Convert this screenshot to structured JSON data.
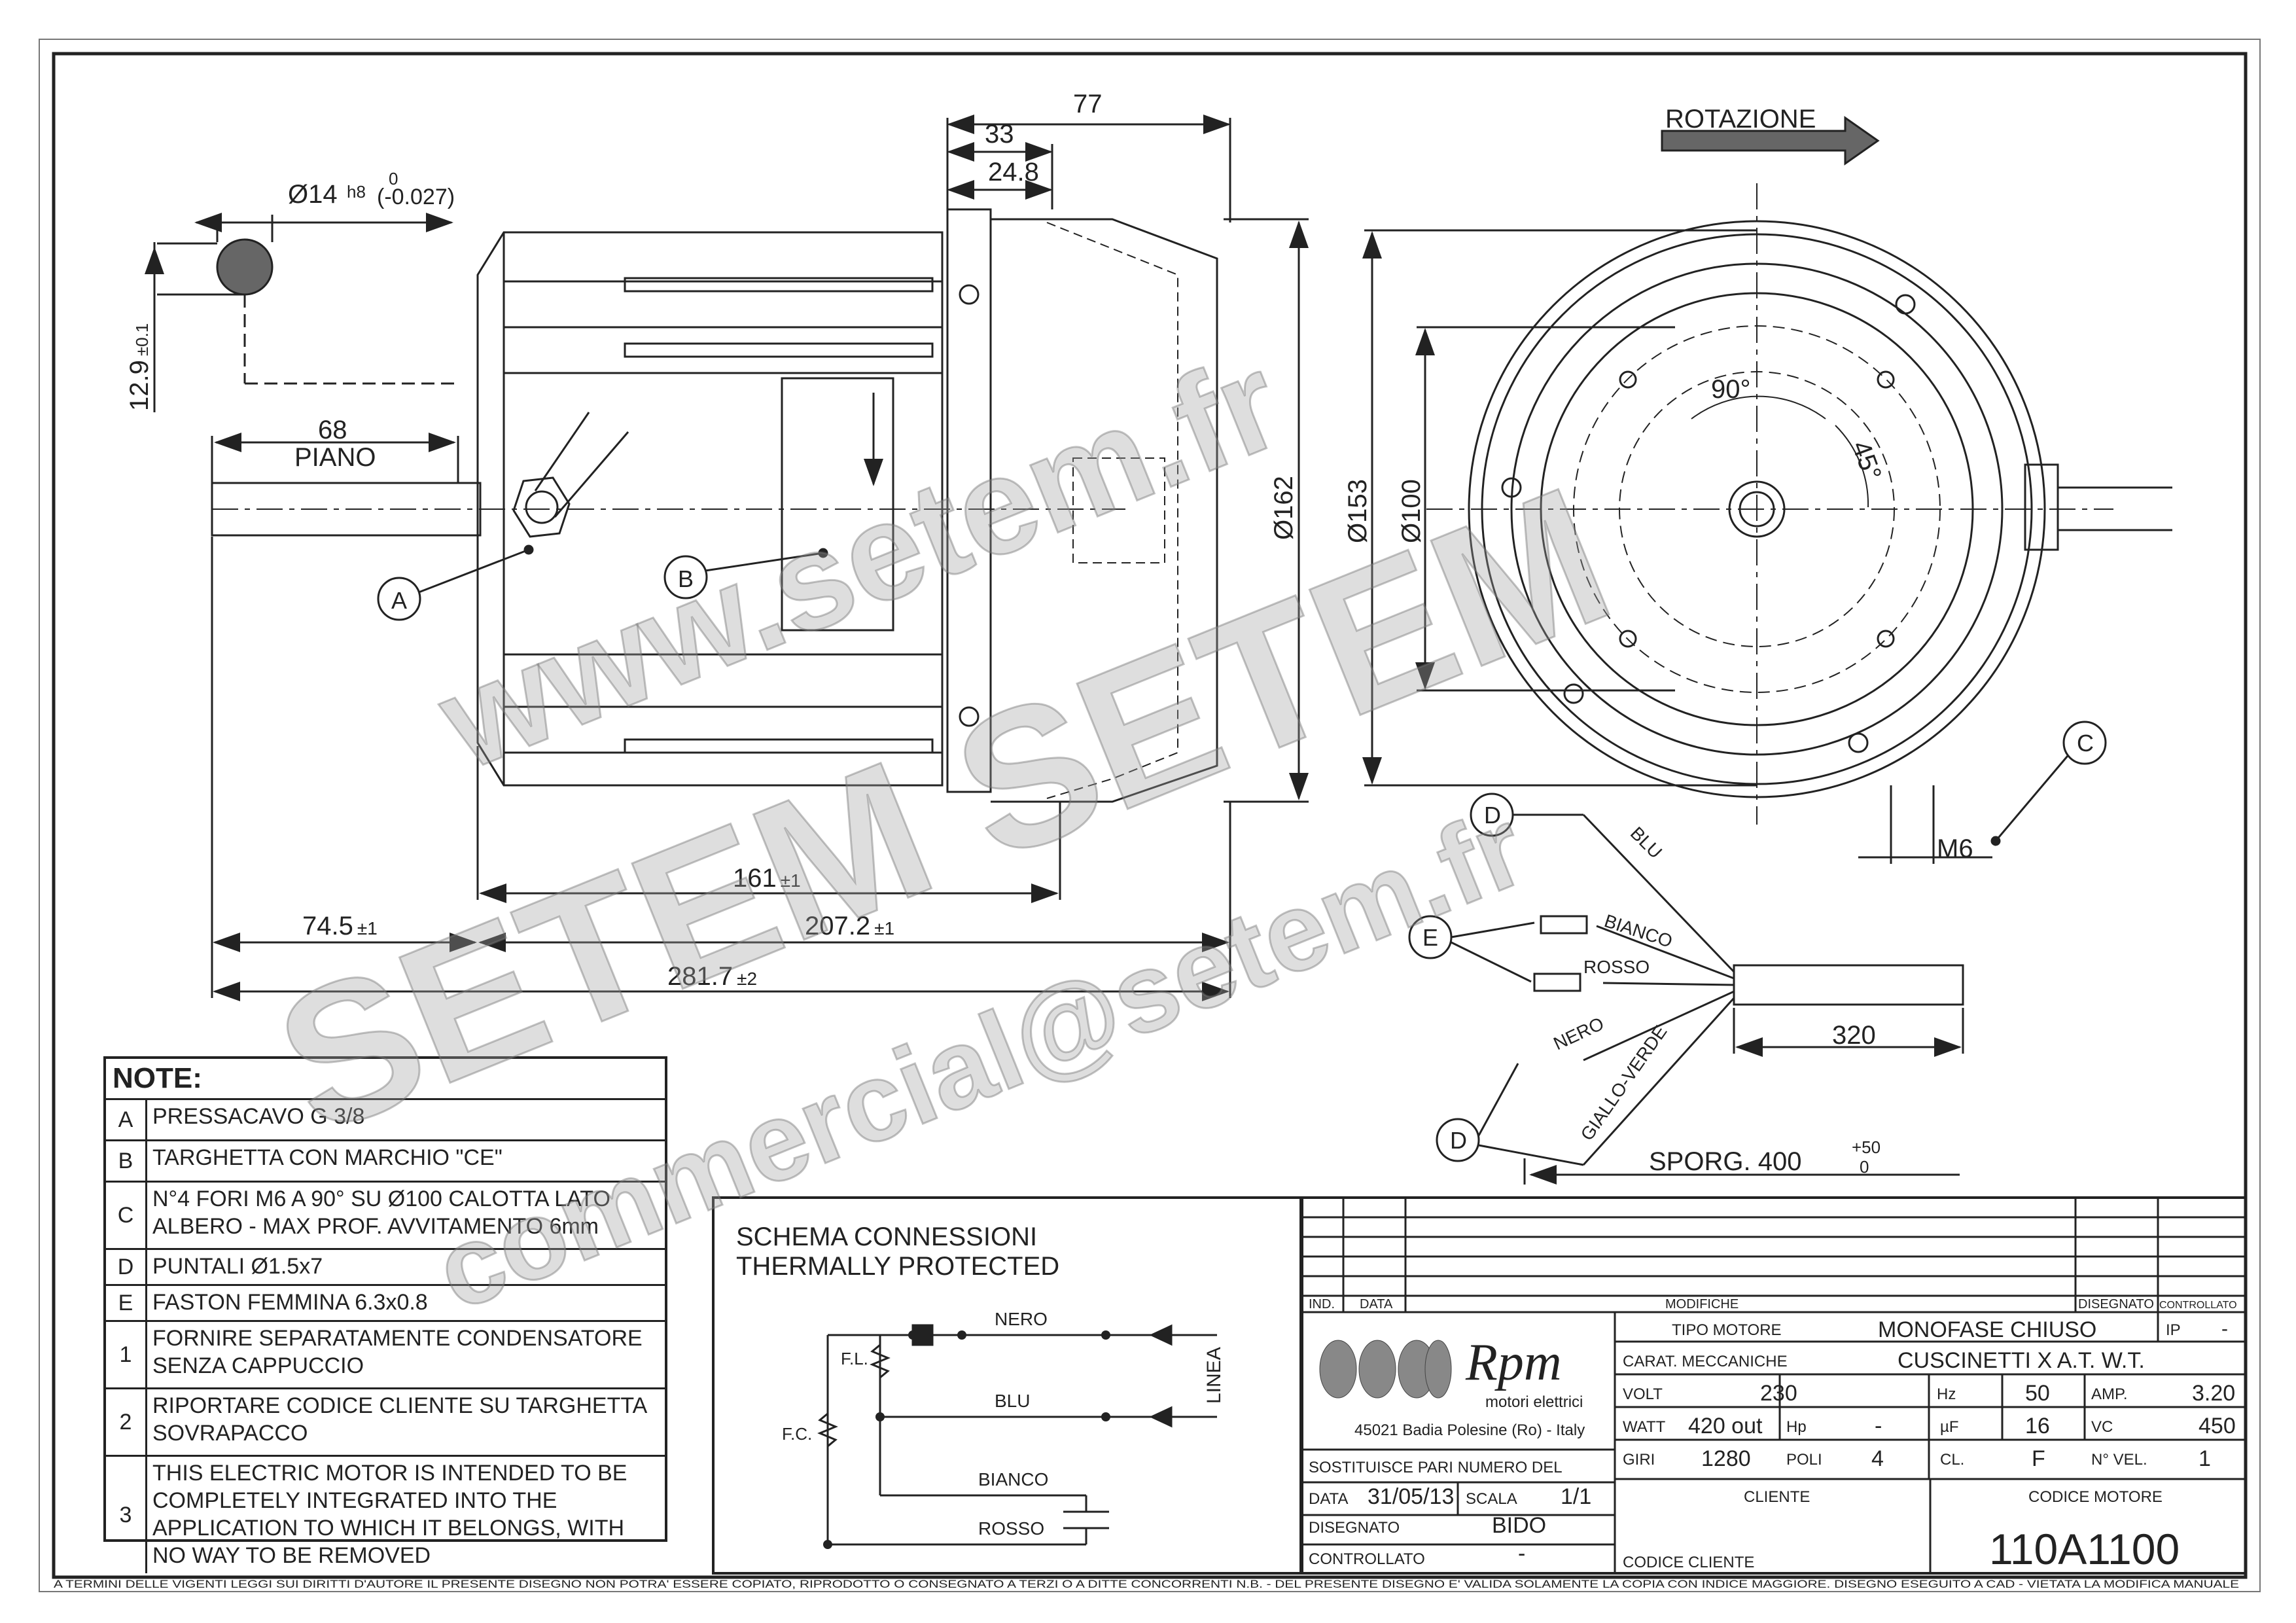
{
  "rotation_label": "ROTAZIONE",
  "shaft_detail": {
    "diameter": "Ø14",
    "tolerance_class": "h8",
    "tol_upper": "0",
    "tol_lower": "(-0.027)",
    "key_height": "12.9",
    "key_height_tol": "±0.1"
  },
  "dimensions": {
    "d77": "77",
    "d33": "33",
    "d24_8": "24.8",
    "d68": "68",
    "piano": "PIANO",
    "d162": "Ø162",
    "d153": "Ø153",
    "d100": "Ø100",
    "d161": "161",
    "d161_tol": "±1",
    "d74_5": "74.5",
    "d74_5_tol": "±1",
    "d207_2": "207.2",
    "d207_2_tol": "±1",
    "d281_7": "281.7",
    "d281_7_tol": "±2",
    "angle90": "90°",
    "angle45": "45°",
    "m6": "M6",
    "d320": "320",
    "sporg": "SPORG. 400",
    "sporg_tol_upper": "+50",
    "sporg_tol_lower": "0"
  },
  "callouts": {
    "a": "A",
    "b": "B",
    "c": "C",
    "d_top": "D",
    "d_bottom": "D",
    "e": "E"
  },
  "wires": {
    "blu": "BLU",
    "bianco": "BIANCO",
    "rosso": "ROSSO",
    "nero": "NERO",
    "giallo_verde": "GIALLO-VERDE"
  },
  "notes": {
    "title": "NOTE:",
    "rows": [
      {
        "key": "A",
        "text": "PRESSACAVO G 3/8"
      },
      {
        "key": "B",
        "text": "TARGHETTA CON MARCHIO \"CE\""
      },
      {
        "key": "C",
        "text": "N°4 FORI M6 A 90° SU Ø100 CALOTTA LATO\nALBERO - MAX PROF. AVVITAMENTO 6mm"
      },
      {
        "key": "D",
        "text": "PUNTALI Ø1.5x7"
      },
      {
        "key": "E",
        "text": "FASTON FEMMINA 6.3x0.8"
      },
      {
        "key": "1",
        "text": "FORNIRE SEPARATAMENTE CONDENSATORE\nSENZA CAPPUCCIO"
      },
      {
        "key": "2",
        "text": "RIPORTARE CODICE CLIENTE SU TARGHETTA\nSOVRAPACCO"
      },
      {
        "key": "3",
        "text": "THIS ELECTRIC MOTOR IS INTENDED TO BE\nCOMPLETELY INTEGRATED INTO THE\nAPPLICATION TO WHICH IT BELONGS, WITH\nNO WAY TO BE REMOVED"
      }
    ]
  },
  "schema": {
    "title1": "SCHEMA CONNESSIONI",
    "title2": "THERMALLY PROTECTED",
    "fl": "F.L.",
    "fc": "F.C.",
    "nero": "NERO",
    "blu": "BLU",
    "bianco": "BIANCO",
    "rosso": "ROSSO",
    "linea": "LINEA"
  },
  "title_block": {
    "ind": "IND.",
    "data_h": "DATA",
    "modifiche": "MODIFICHE",
    "disegnato_h": "DISEGNATO",
    "controllato_h": "CONTROLLATO",
    "company": "Rpm",
    "company_sub": "motori elettrici",
    "address": "45021 Badia Polesine (Ro) - Italy",
    "sostituisce": "SOSTITUISCE PARI NUMERO DEL",
    "data_l": "DATA",
    "data_v": "31/05/13",
    "scala_l": "SCALA",
    "scala_v": "1/1",
    "disegnato_l": "DISEGNATO",
    "disegnato_v": "BIDO",
    "controllato_l": "CONTROLLATO",
    "controllato_v": "-",
    "tipo_motore_l": "TIPO MOTORE",
    "tipo_motore_v": "MONOFASE CHIUSO",
    "ip_l": "IP",
    "ip_v": "-",
    "carat_l": "CARAT. MECCANICHE",
    "carat_v": "CUSCINETTI X A.T. W.T.",
    "volt_l": "VOLT",
    "volt_v": "230",
    "hz_l": "Hz",
    "hz_v": "50",
    "amp_l": "AMP.",
    "amp_v": "3.20",
    "watt_l": "WATT",
    "watt_v": "420 out",
    "hp_l": "Hp",
    "hp_v": "-",
    "uf_l": "µF",
    "uf_v": "16",
    "vc_l": "VC",
    "vc_v": "450",
    "giri_l": "GIRI",
    "giri_v": "1280",
    "poli_l": "POLI",
    "poli_v": "4",
    "cl_l": "CL.",
    "cl_v": "F",
    "nvel_l": "N° VEL.",
    "nvel_v": "1",
    "cliente_l": "CLIENTE",
    "codice_cliente_l": "CODICE CLIENTE",
    "codice_motore_l": "CODICE MOTORE",
    "codice_motore_v": "110A1100"
  },
  "footer": "A TERMINI DELLE VIGENTI LEGGI SUI DIRITTI D'AUTORE IL PRESENTE DISEGNO NON POTRA' ESSERE COPIATO, RIPRODOTTO O CONSEGNATO A TERZI O A DITTE CONCORRENTI N.B. - DEL PRESENTE DISEGNO E' VALIDA SOLAMENTE LA COPIA CON INDICE MAGGIORE. DISEGNO ESEGUITO A CAD - VIETATA LA MODIFICA MANUALE",
  "watermarks": {
    "w1": "www.setem.fr",
    "w2": "SETEM SETEM",
    "w3": "commercial@setem.fr"
  }
}
